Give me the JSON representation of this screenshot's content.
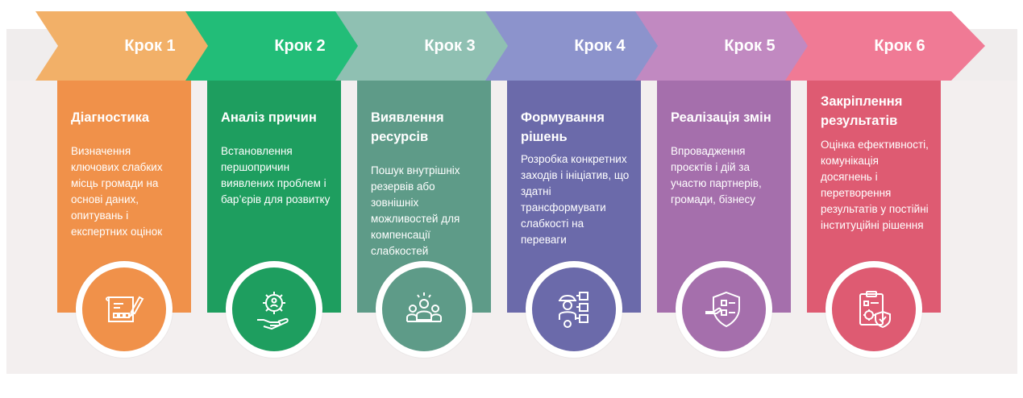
{
  "steps": [
    {
      "step_label": "Крок 1",
      "title": "Діагностика",
      "description": "Визначення ключових слабких місць громади на основі даних, опитувань і експертних оцінок",
      "icon": "blueprint-icon",
      "chevron_color": "#f2b068",
      "body_color": "#f0914a",
      "circle_color": "#f0914a"
    },
    {
      "step_label": "Крок 2",
      "title": "Аналіз причин",
      "description": "Встановлення першопричин виявлених проблем і бар’єрів для розвитку",
      "icon": "hand-gear-person-icon",
      "chevron_color": "#22bd78",
      "body_color": "#1e9e5f",
      "circle_color": "#1e9e5f"
    },
    {
      "step_label": "Крок 3",
      "title": "Виявлення ресурсів",
      "description": "Пошук внутрішніх резервів або зовнішніх можливостей для компенсації слабкостей",
      "icon": "team-idea-icon",
      "chevron_color": "#8fc0b2",
      "body_color": "#5e9b88",
      "circle_color": "#5e9b88"
    },
    {
      "step_label": "Крок 4",
      "title": "Формування рішень",
      "description": "Розробка конкретних заходів і ініціатив, що здатні трансформувати слабкості на переваги",
      "icon": "engineer-boxes-icon",
      "chevron_color": "#8c93cc",
      "body_color": "#6b6aaa",
      "circle_color": "#6b6aaa"
    },
    {
      "step_label": "Крок 5",
      "title": "Реалізація змін",
      "description": "Впровадження проєктів і дій за участю партнерів, громади, бізнесу",
      "icon": "shield-checklist-icon",
      "chevron_color": "#c189c1",
      "body_color": "#a56fac",
      "circle_color": "#a56fac"
    },
    {
      "step_label": "Крок 6",
      "title": "Закріплення результатів",
      "description": "Оцінка ефективності, комунікація досягнень і перетворення результатів у постійні інституційні рішення",
      "icon": "clipboard-check-icon",
      "chevron_color": "#f07a95",
      "body_color": "#de5b72",
      "circle_color": "#de5b72"
    }
  ]
}
